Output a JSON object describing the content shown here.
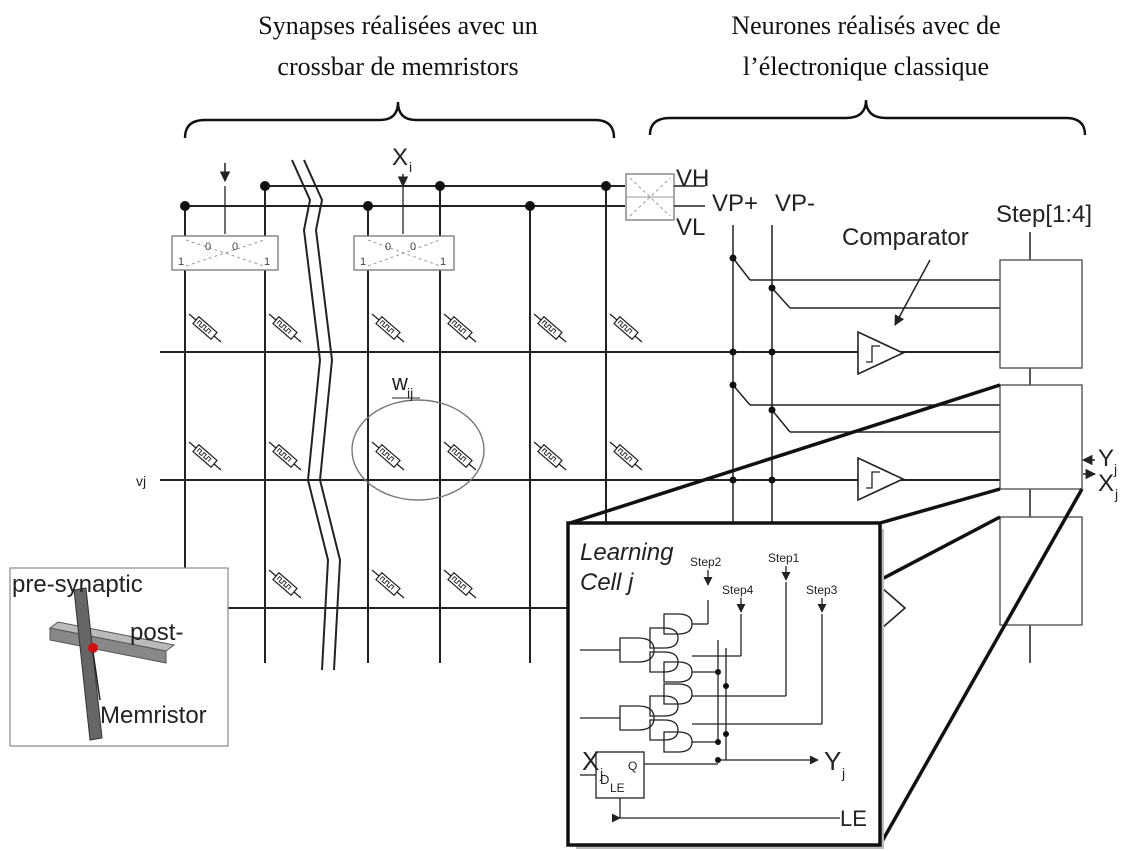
{
  "headings": {
    "synapses_line1": "Synapses réalisées avec un",
    "synapses_line2": "crossbar de memristors",
    "neurons_line1": "Neurones réalisés avec de",
    "neurons_line2": "l’électronique classique"
  },
  "labels": {
    "xi": "X",
    "xi_sub": "i",
    "vh": "VH",
    "vl": "VL",
    "vp_plus": "VP+",
    "vp_minus": "VP-",
    "step_bus": "Step[1:4]",
    "comparator": "Comparator",
    "wij": "w",
    "wij_sub": "ij",
    "vj": "vj",
    "yj_in": "Y",
    "yj_in_sub": "j",
    "xj_out": "X",
    "xj_out_sub": "j",
    "switch_0": "0",
    "switch_1": "1"
  },
  "learning_cell": {
    "title_line1": "Learning",
    "title_line2": "Cell j",
    "step1": "Step1",
    "step2": "Step2",
    "step3": "Step3",
    "step4": "Step4",
    "xj": "X",
    "xj_sub": "j",
    "yj": "Y",
    "yj_sub": "j",
    "le": "LE",
    "ff_d": "D",
    "ff_le": "LE",
    "ff_q": "Q"
  },
  "inset": {
    "pre": "pre-synaptic",
    "post": "post-",
    "memristor": "Memristor"
  },
  "colors": {
    "line": "#222222",
    "memristor_dot": "#cc1111",
    "box_shadow": "#bbbbbb",
    "ellipse": "#777777"
  }
}
